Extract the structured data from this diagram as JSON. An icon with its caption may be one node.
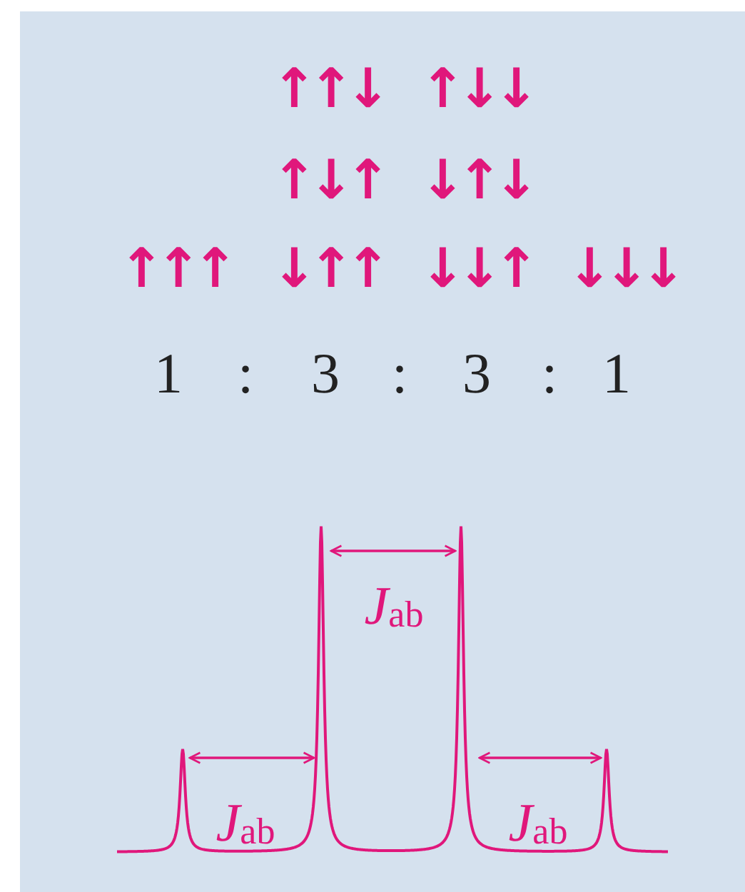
{
  "diagram": {
    "labels": [
      "↑↑↓",
      "↑↓↓",
      "↑↓↑",
      "↓↑↓",
      "↑↑↑",
      "↓↑↑",
      "↓↓↑",
      "↓↓↓",
      "1",
      ":",
      "3",
      ":",
      "3",
      ":",
      "1",
      "J$_{ab}$",
      "J$_{ab}$",
      "J$_{ab}$"
    ]
  }
}
